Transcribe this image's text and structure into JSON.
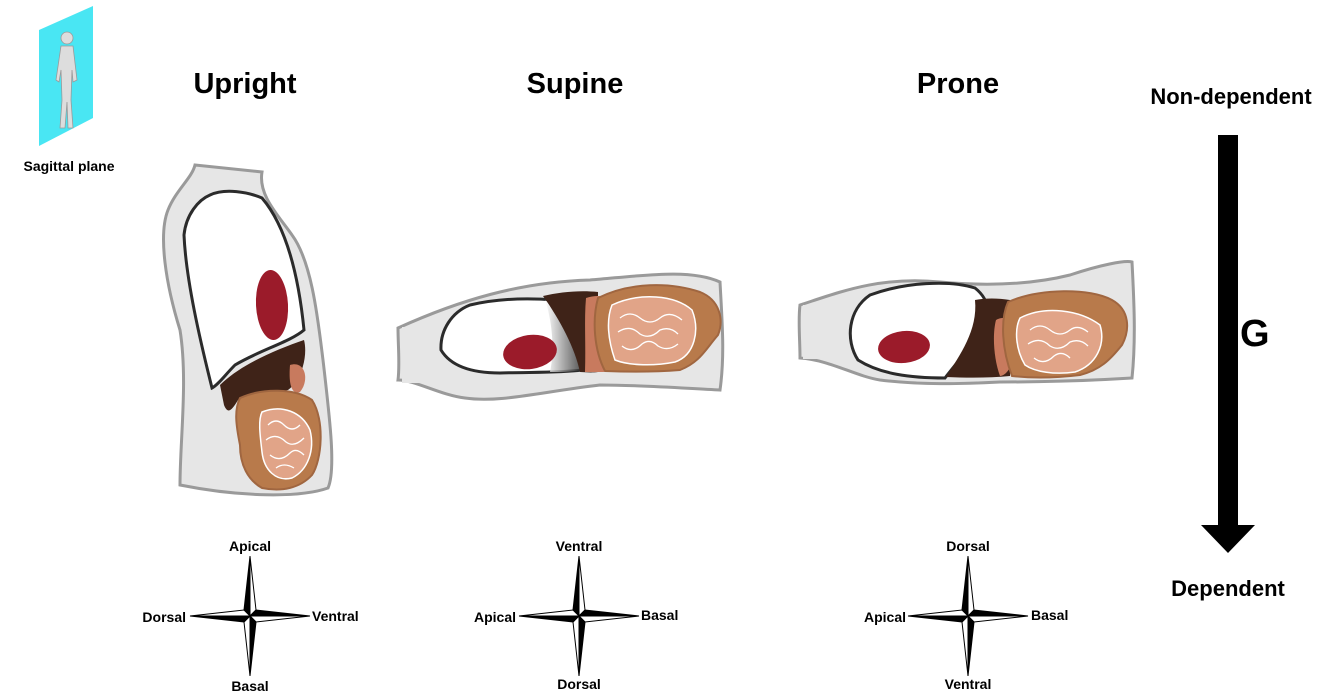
{
  "plane": {
    "label": "Sagittal plane",
    "icon": "sagittal-plane-human-icon",
    "plane_color": "#35e3f2"
  },
  "positions": [
    {
      "title": "Upright",
      "compass": {
        "top": "Apical",
        "bottom": "Basal",
        "left": "Dorsal",
        "right": "Ventral"
      }
    },
    {
      "title": "Supine",
      "compass": {
        "top": "Ventral",
        "bottom": "Dorsal",
        "left": "Apical",
        "right": "Basal"
      }
    },
    {
      "title": "Prone",
      "compass": {
        "top": "Dorsal",
        "bottom": "Ventral",
        "left": "Apical",
        "right": "Basal"
      }
    }
  ],
  "gravity": {
    "top_label": "Non-dependent",
    "bottom_label": "Dependent",
    "letter": "G"
  },
  "colors": {
    "body": "#e6e6e6",
    "body_outline": "#9a9a9a",
    "lung": "#ffffff",
    "lesion": "#9b1b2a",
    "liver": "#3f2318",
    "bowel": "#b87a4b",
    "bowel_inner": "#e1a488",
    "stomach": "#c87a5e"
  }
}
